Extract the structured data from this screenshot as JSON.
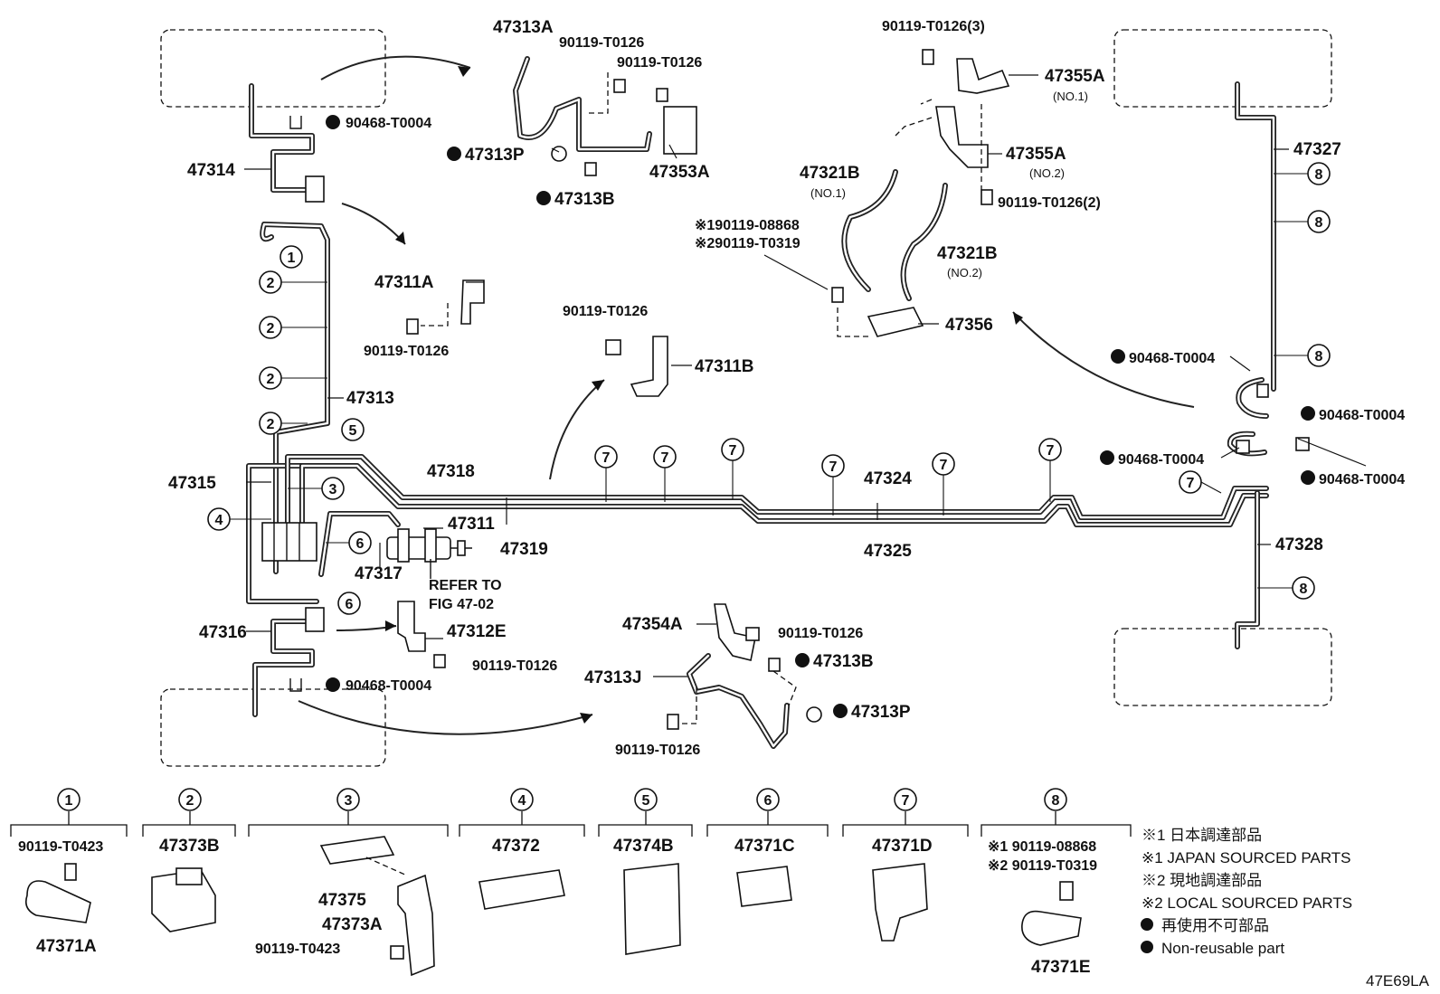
{
  "labels": {
    "p47313A": "47313A",
    "p90119_T0126_a": "90119-T0126",
    "p90119_T0126_b": "90119-T0126",
    "p90468_T0004_tl": "90468-T0004",
    "p47313P_top": "47313P",
    "p47353A": "47353A",
    "p47313B_top": "47313B",
    "p47314": "47314",
    "p47311A": "47311A",
    "p90119_T0126_c": "90119-T0126",
    "p47313": "47313",
    "p90119_T0126_3": "90119-T0126(3)",
    "p47355A_1": "47355A",
    "no1_a": "(NO.1)",
    "p47355A_2": "47355A",
    "no2_a": "(NO.2)",
    "p47321B_1": "47321B",
    "no1_b": "(NO.1)",
    "p90119_T0126_2": "90119-T0126(2)",
    "x1_08868": "※190119-08868",
    "x2_T0319": "※290119-T0319",
    "p47321B_2": "47321B",
    "no2_b": "(NO.2)",
    "p47356": "47356",
    "p90119_T0126_d": "90119-T0126",
    "p47311B": "47311B",
    "p47327": "47327",
    "p90468_T0004_r1": "90468-T0004",
    "p90468_T0004_r2": "90468-T0004",
    "p90468_T0004_r3": "90468-T0004",
    "p90468_T0004_r4": "90468-T0004",
    "p47315": "47315",
    "p47318": "47318",
    "p47311": "47311",
    "p47319": "47319",
    "p47317": "47317",
    "refer1": "REFER TO",
    "refer2": "FIG 47-02",
    "p47324": "47324",
    "p47325": "47325",
    "p47328": "47328",
    "p47316": "47316",
    "p47312E": "47312E",
    "p90119_T0126_e": "90119-T0126",
    "p90468_T0004_bl": "90468-T0004",
    "p47354A": "47354A",
    "p90119_T0126_f": "90119-T0126",
    "p47313B_bot": "47313B",
    "p47313J": "47313J",
    "p47313P_bot": "47313P",
    "p90119_T0126_g": "90119-T0126",
    "code": "47E69LA"
  },
  "callouts": [
    "1",
    "2",
    "3",
    "4",
    "5",
    "6",
    "7",
    "8"
  ],
  "legend": {
    "g1_part": "90119-T0423",
    "g1_name": "47371A",
    "g2_name": "47373B",
    "g3_a": "47375",
    "g3_b": "47373A",
    "g3_c": "90119-T0423",
    "g4_name": "47372",
    "g5_name": "47374B",
    "g6_name": "47371C",
    "g7_name": "47371D",
    "g8_a": "※1 90119-08868",
    "g8_b": "※2 90119-T0319",
    "g8_name": "47371E"
  },
  "notes": {
    "n1": "※1 日本調達部品",
    "n2": "※1 JAPAN SOURCED PARTS",
    "n3": "※2 現地調達部品",
    "n4": "※2 LOCAL SOURCED PARTS",
    "n5": "再使用不可部品",
    "n6": "Non-reusable part"
  }
}
